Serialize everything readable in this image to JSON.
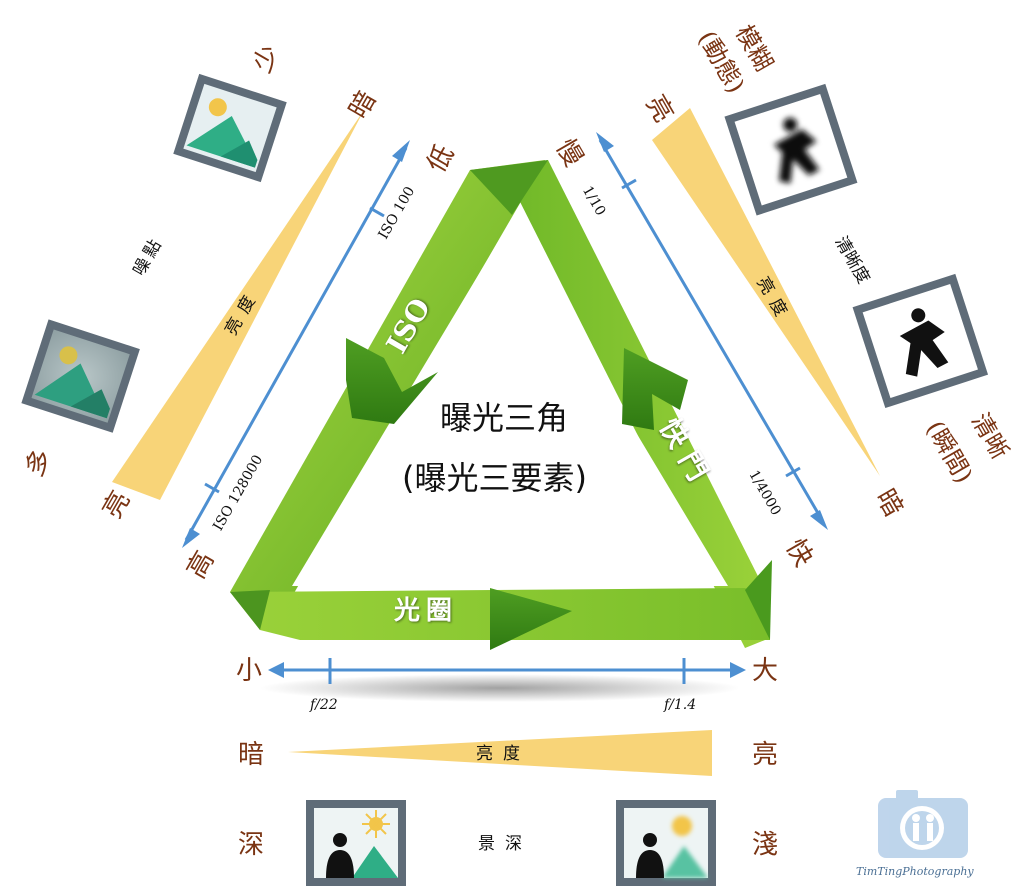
{
  "title": {
    "line1": "曝光三角",
    "line2": "(曝光三要素)"
  },
  "triangle": {
    "iso_label": "ISO",
    "shutter_label": "快門",
    "aperture_label": "光圈"
  },
  "iso_axis": {
    "end_low": "低",
    "end_high": "高",
    "tick_top": "ISO 100",
    "tick_bottom": "ISO 128000"
  },
  "shutter_axis": {
    "end_slow": "慢",
    "end_fast": "快",
    "tick_top": "1/10",
    "tick_bottom": "1/4000"
  },
  "aperture_axis": {
    "end_small": "小",
    "end_large": "大",
    "tick_left": "f/22",
    "tick_right": "f/1.4"
  },
  "left_panel": {
    "brightness": "亮度",
    "dark": "暗",
    "bright": "亮",
    "noise": "噪點",
    "few": "少",
    "many": "多"
  },
  "right_panel": {
    "bright": "亮",
    "brightness": "亮度",
    "dark": "暗",
    "blur": "模糊",
    "blur_sub": "(動態)",
    "sharpness": "清晰度",
    "sharp": "清晰",
    "sharp_sub": "(瞬間)"
  },
  "bottom_panel": {
    "dark": "暗",
    "bright": "亮",
    "brightness": "亮度",
    "deep": "深",
    "shallow": "淺",
    "dof": "景深"
  },
  "watermark": {
    "text": "TimTingPhotography"
  },
  "colors": {
    "ribbon_light": "#a6d63c",
    "ribbon_dark": "#3c8f1a",
    "axis": "#4d8fd1",
    "wedge": "#f8d478",
    "label": "#7a3413"
  }
}
